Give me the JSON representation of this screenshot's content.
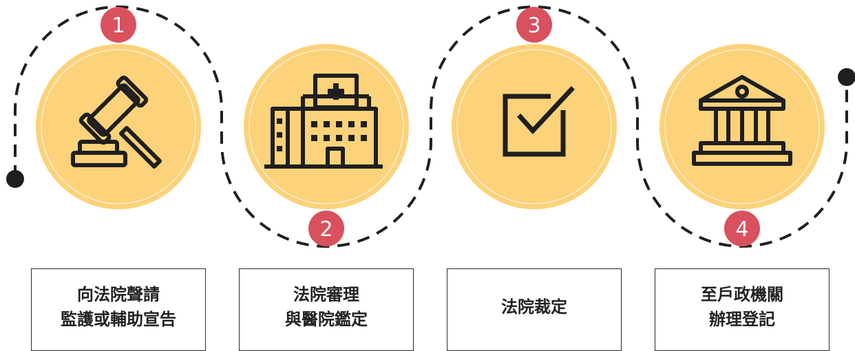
{
  "colors": {
    "circle_fill": "#FCD27A",
    "badge_fill": "#D9505E",
    "badge_text": "#FFFFFF",
    "dashed_line": "#1F1F1F",
    "icon_stroke": "#1F1F1F"
  },
  "steps": [
    {
      "number": "1",
      "icon": "gavel-icon",
      "label": "向法院聲請\n監護或輔助宣告"
    },
    {
      "number": "2",
      "icon": "hospital-icon",
      "label": "法院審理\n與醫院鑑定"
    },
    {
      "number": "3",
      "icon": "checkbox-icon",
      "label": "法院裁定"
    },
    {
      "number": "4",
      "icon": "courthouse-icon",
      "label": "至戶政機關\n辦理登記"
    }
  ]
}
